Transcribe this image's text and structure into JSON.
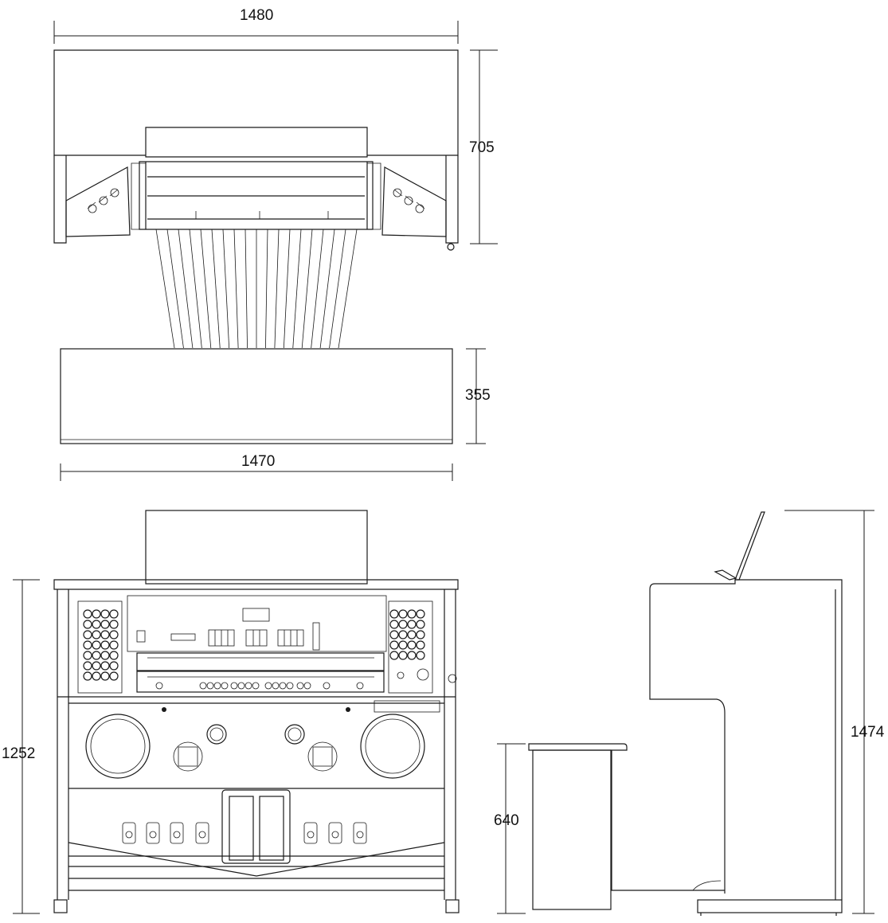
{
  "dimensions": {
    "top_width": "1480",
    "top_depth": "705",
    "bench_depth": "355",
    "bench_width": "1470",
    "front_height": "1252",
    "bench_height": "640",
    "total_height": "1474"
  },
  "views": [
    "top-view",
    "front-view",
    "side-view"
  ],
  "colors": {
    "line": "#1a1a1a",
    "background": "#ffffff"
  }
}
